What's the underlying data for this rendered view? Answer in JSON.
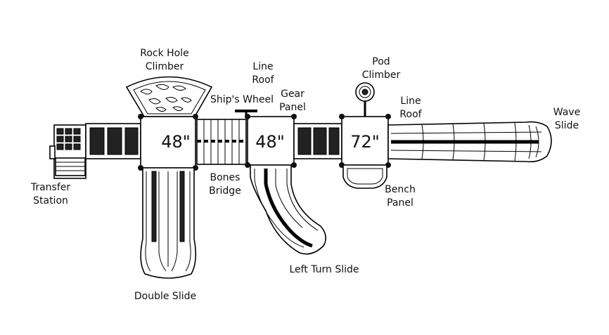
{
  "labels": {
    "rock_hole_climber": [
      "Rock Hole",
      "Climber"
    ],
    "line_roof_1": [
      "Line",
      "Roof"
    ],
    "ships_wheel": "Ship's Wheel",
    "gear_panel": [
      "Gear",
      "Panel"
    ],
    "pod_climber": [
      "Pod",
      "Climber"
    ],
    "line_roof_2": [
      "Line",
      "Roof"
    ],
    "wave_slide": [
      "Wave",
      "Slide"
    ],
    "transfer_station": [
      "Transfer",
      "Station"
    ],
    "bones_bridge": [
      "Bones",
      "Bridge"
    ],
    "bench_panel": [
      "Bench",
      "Panel"
    ],
    "left_turn_slide": "Left Turn Slide",
    "double_slide": "Double Slide"
  },
  "decks": {
    "deck_1": "48\"",
    "deck_2": "48\"",
    "deck_3": "72\""
  },
  "colors": {
    "line": "#000000",
    "fill": "#ffffff",
    "dark": "#222222"
  }
}
